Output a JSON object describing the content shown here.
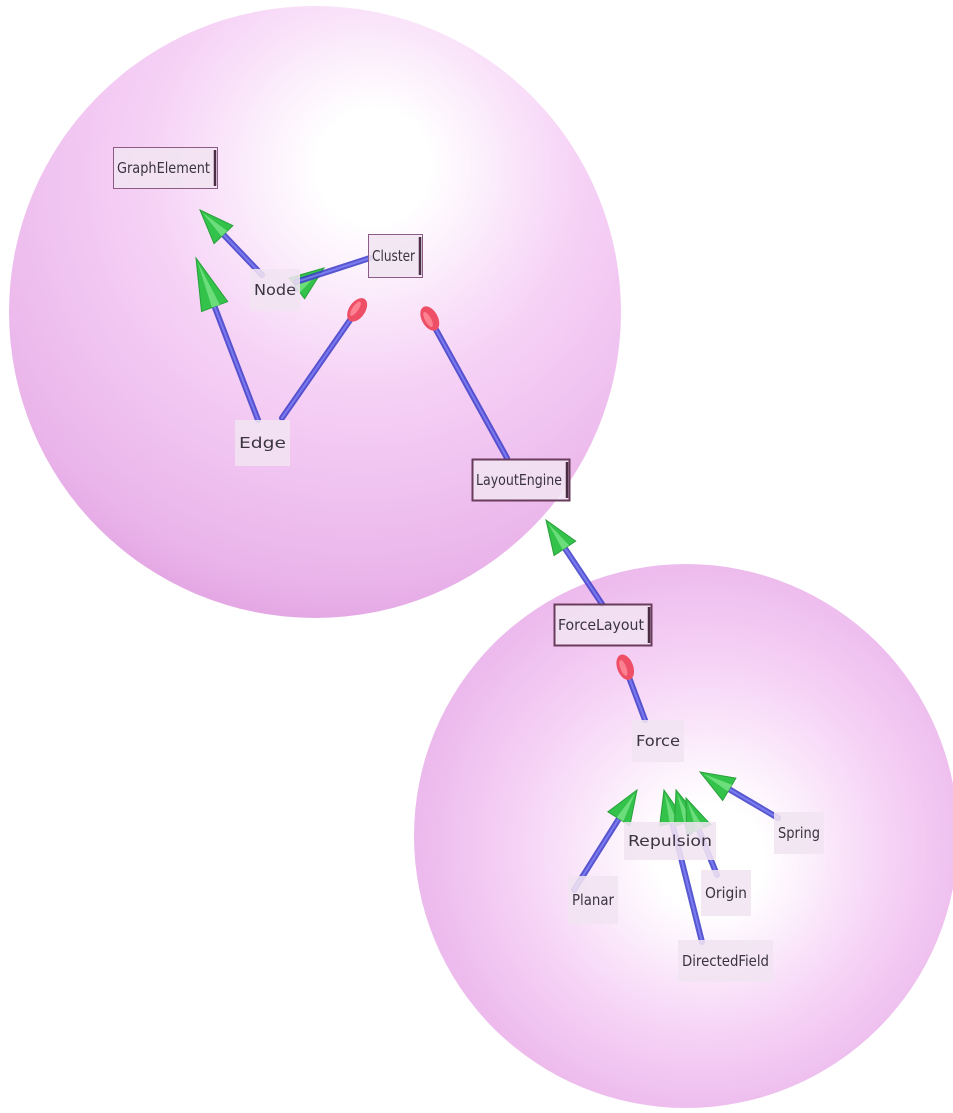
{
  "diagram": {
    "clusters": [
      {
        "id": "graph-cluster"
      },
      {
        "id": "force-cluster"
      }
    ],
    "nodes": [
      {
        "id": "graph-element",
        "label": "GraphElement"
      },
      {
        "id": "node",
        "label": "Node"
      },
      {
        "id": "cluster",
        "label": "Cluster"
      },
      {
        "id": "edge",
        "label": "Edge"
      },
      {
        "id": "layout-engine",
        "label": "LayoutEngine"
      },
      {
        "id": "force-layout",
        "label": "ForceLayout"
      },
      {
        "id": "force",
        "label": "Force"
      },
      {
        "id": "repulsion",
        "label": "Repulsion"
      },
      {
        "id": "spring",
        "label": "Spring"
      },
      {
        "id": "planar",
        "label": "Planar"
      },
      {
        "id": "origin",
        "label": "Origin"
      },
      {
        "id": "directed-field",
        "label": "DirectedField"
      }
    ],
    "edges": [
      {
        "from": "node",
        "to": "graph-element",
        "kind": "inheritance"
      },
      {
        "from": "edge",
        "to": "graph-element",
        "kind": "inheritance"
      },
      {
        "from": "cluster",
        "to": "node",
        "kind": "inheritance"
      },
      {
        "from": "cluster",
        "to": "node",
        "kind": "inheritance"
      },
      {
        "from": "edge",
        "to": "cluster",
        "kind": "association"
      },
      {
        "from": "layout-engine",
        "to": "cluster",
        "kind": "association"
      },
      {
        "from": "force-layout",
        "to": "layout-engine",
        "kind": "inheritance"
      },
      {
        "from": "force",
        "to": "force-layout",
        "kind": "association"
      },
      {
        "from": "planar",
        "to": "force",
        "kind": "inheritance"
      },
      {
        "from": "directed-field",
        "to": "force",
        "kind": "inheritance"
      },
      {
        "from": "repulsion",
        "to": "force",
        "kind": "inheritance"
      },
      {
        "from": "origin",
        "to": "force",
        "kind": "inheritance"
      },
      {
        "from": "spring",
        "to": "force",
        "kind": "inheritance"
      }
    ]
  }
}
